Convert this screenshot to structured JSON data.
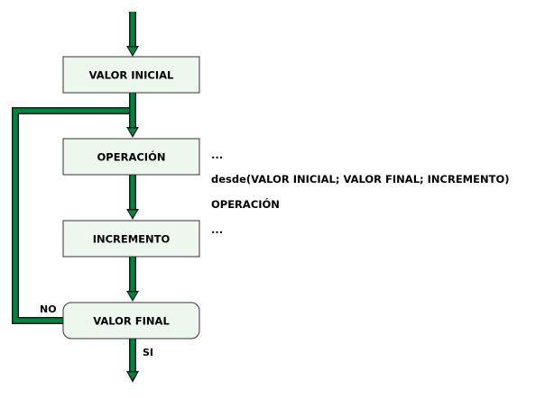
{
  "colors": {
    "connector": "#00853e",
    "connector_outline": "#1a1a1a",
    "box_fill": "#eef7ee",
    "box_stroke": "#333333"
  },
  "boxes": {
    "valor_inicial": "VALOR INICIAL",
    "operacion": "OPERACIÓN",
    "incremento": "INCREMENTO",
    "valor_final": "VALOR FINAL"
  },
  "labels": {
    "no": "NO",
    "si": "SI"
  },
  "code": {
    "line1": "...",
    "line2": "desde(VALOR INICIAL; VALOR FINAL; INCREMENTO)",
    "line3": "OPERACIÓN",
    "line4": "..."
  }
}
